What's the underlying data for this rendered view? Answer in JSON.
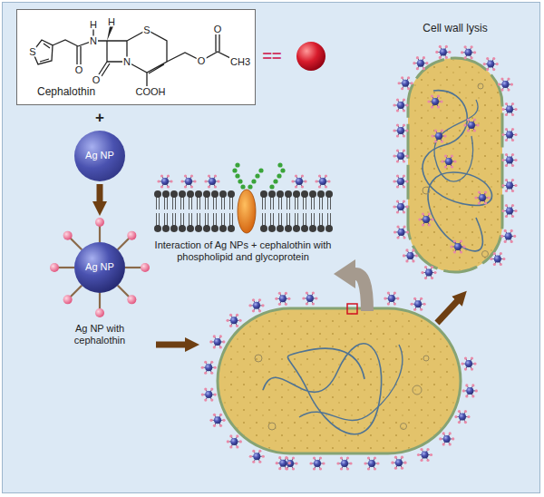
{
  "diagram": {
    "nodes": [
      {
        "text": [
          "Cephalothin"
        ]
      },
      {
        "text": [
          "Ag NP"
        ]
      },
      {
        "text": [
          "Ag NP",
          "Ag NP with cephalothin"
        ]
      },
      {
        "text": [
          "Interaction of Ag NPs + cephalothin with phospholipid and glycoprotein"
        ]
      },
      {
        "text": [
          "Cell wall lysis"
        ]
      }
    ],
    "edges": [
      {
        "from": 1,
        "to": 2,
        "arrow": "to"
      }
    ],
    "labels": [
      "S",
      "O",
      "N",
      "H",
      "H",
      "O",
      "S",
      "N",
      "COOH",
      "O",
      "O",
      "CH3",
      "==",
      "+"
    ]
  }
}
